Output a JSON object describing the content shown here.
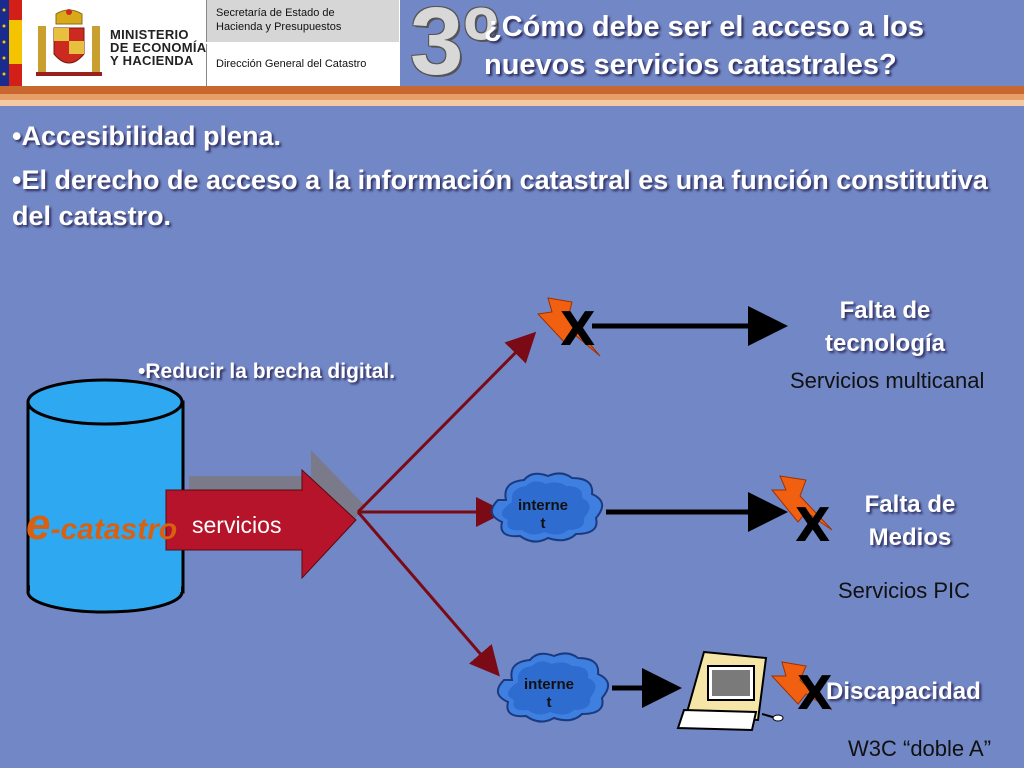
{
  "header": {
    "ministry": "MINISTERIO\nDE ECONOMÍA\nY HACIENDA",
    "secretaria": "Secretaría de Estado de\nHacienda y Presupuestos",
    "direccion": "Dirección General del Catastro",
    "number": "3º",
    "title": "¿Cómo debe ser el acceso a los nuevos servicios catastrales?"
  },
  "bullets": [
    "•Accesibilidad plena.",
    "•El derecho de acceso a la información catastral es una función constitutiva del catastro."
  ],
  "diagram": {
    "sub_bullet": "•Reducir la brecha digital.",
    "database_label_e": "e",
    "database_label_rest": "-catastro",
    "arrow_label": "servicios",
    "cloud_label": "interne\nt",
    "x_mark": "X",
    "branches": [
      {
        "title": "Falta de tecnología",
        "subtitle": "Servicios multicanal"
      },
      {
        "title": "Falta de Medios",
        "subtitle": "Servicios PIC"
      },
      {
        "title": "Discapacidad",
        "subtitle": "W3C “doble A”"
      }
    ]
  },
  "colors": {
    "background": "#7287c6",
    "stripe": "#c8672e",
    "dark_red_lines": "#7a0a16",
    "lightning": "#f06010",
    "cloud": "#3f7fe0",
    "cylinder": "#2ea8f0"
  }
}
